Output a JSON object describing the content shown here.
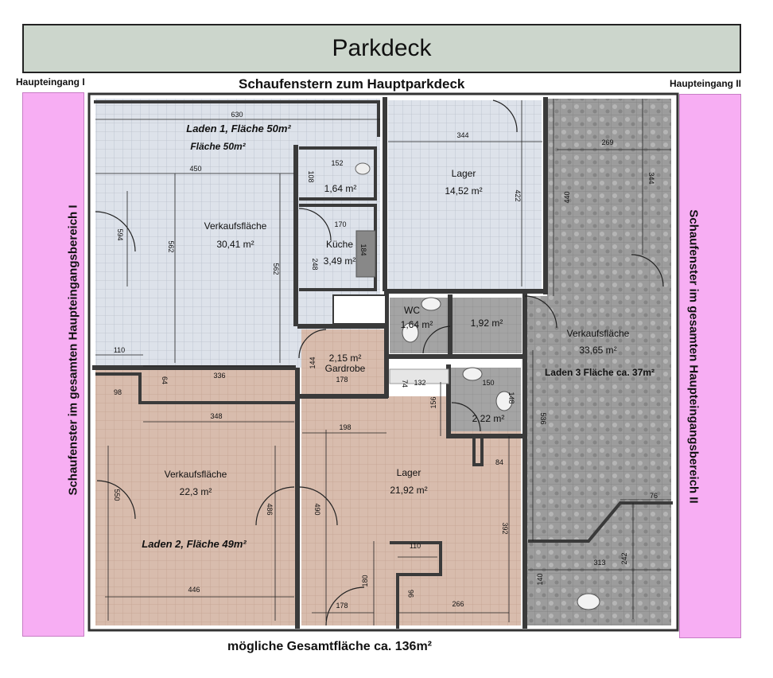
{
  "header": {
    "parkdeck": "Parkdeck",
    "entrance_left": "Haupteingang I",
    "entrance_right": "Haupteingang II",
    "top_windows": "Schaufenstern zum Hauptparkdeck",
    "side_left": "Schaufenster im gesamten Haupteingangsbereich I",
    "side_right": "Schaufenster im gesamten Haupteingangsbereich II",
    "total": "mögliche Gesamtfläche ca. 136m²"
  },
  "rooms": {
    "laden1_title": "Laden 1, Fläche 50m²",
    "laden1_sub": "Fläche 50m²",
    "verkauf1_name": "Verkaufsfläche",
    "verkauf1_area": "30,41 m²",
    "bath1_area": "1,64 m²",
    "kueche_name": "Küche",
    "kueche_area": "3,49 m²",
    "lager1_name": "Lager",
    "lager1_area": "14,52 m²",
    "wc_name": "WC",
    "wc_area": "1,64 m²",
    "room192_area": "1,92 m²",
    "gardrobe_area": "2,15 m²",
    "gardrobe_name": "Gardrobe",
    "verkauf3_name": "Verkaufsfläche",
    "verkauf3_area": "33,65 m²",
    "laden3_title": "Laden 3 Fläche ca. 37m²",
    "room222_area": "2,22 m²",
    "verkauf2_name": "Verkaufsfläche",
    "verkauf2_area": "22,3 m²",
    "laden2_title": "Laden 2, Fläche 49m²",
    "lager2_name": "Lager",
    "lager2_area": "21,92 m²"
  },
  "dims": {
    "d630": "630",
    "d450": "450",
    "d594": "594",
    "d562a": "562",
    "d562b": "562",
    "d110a": "110",
    "d336": "336",
    "d64": "64",
    "d98": "98",
    "d152": "152",
    "d108": "108",
    "d170": "170",
    "d184": "184",
    "d248": "248",
    "d344a": "344",
    "d422": "422",
    "d269": "269",
    "d344b": "344",
    "d440": "440",
    "d144": "144",
    "d178a": "178",
    "d74": "74",
    "d132": "132",
    "d150": "150",
    "d148": "148",
    "d156": "156",
    "d348": "348",
    "d198": "198",
    "d84": "84",
    "d536": "536",
    "d550": "550",
    "d486": "486",
    "d490": "490",
    "d392": "392",
    "d110b": "110",
    "d180": "180",
    "d96": "96",
    "d446": "446",
    "d178b": "178",
    "d266": "266",
    "d76": "76",
    "d313": "313",
    "d242": "242",
    "d140": "140"
  },
  "colors": {
    "laden1_floor": "#dde2ea",
    "laden2_floor": "#d8bcad",
    "laden3_floor": "#9c9c9c",
    "wall": "#3a3a3a",
    "parkdeck": "#ccd6cc",
    "side_panel": "#f7aef3"
  }
}
